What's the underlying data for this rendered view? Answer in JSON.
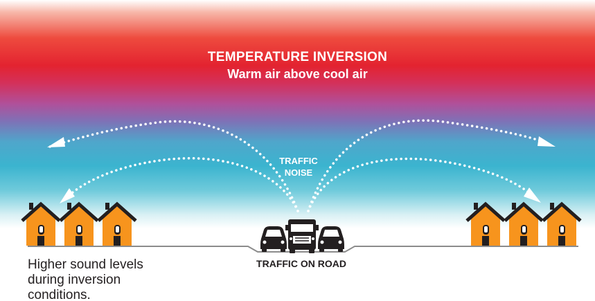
{
  "header": {
    "title": "TEMPERATURE INVERSION",
    "subtitle": "Warm air above cool air"
  },
  "labels": {
    "noise_line1": "TRAFFIC",
    "noise_line2": "NOISE",
    "road": "TRAFFIC ON ROAD",
    "caption_line1": "Higher sound levels",
    "caption_line2": "during inversion",
    "caption_line3": "conditions."
  },
  "colors": {
    "warm_air": "#e32330",
    "cool_air": "#3bb4cf",
    "house": "#f7941d",
    "roof": "#231f20",
    "vehicle": "#231f20"
  },
  "icons": {
    "house": "house-icon",
    "car": "car-icon",
    "truck": "truck-icon",
    "arrow": "arrow-icon"
  }
}
